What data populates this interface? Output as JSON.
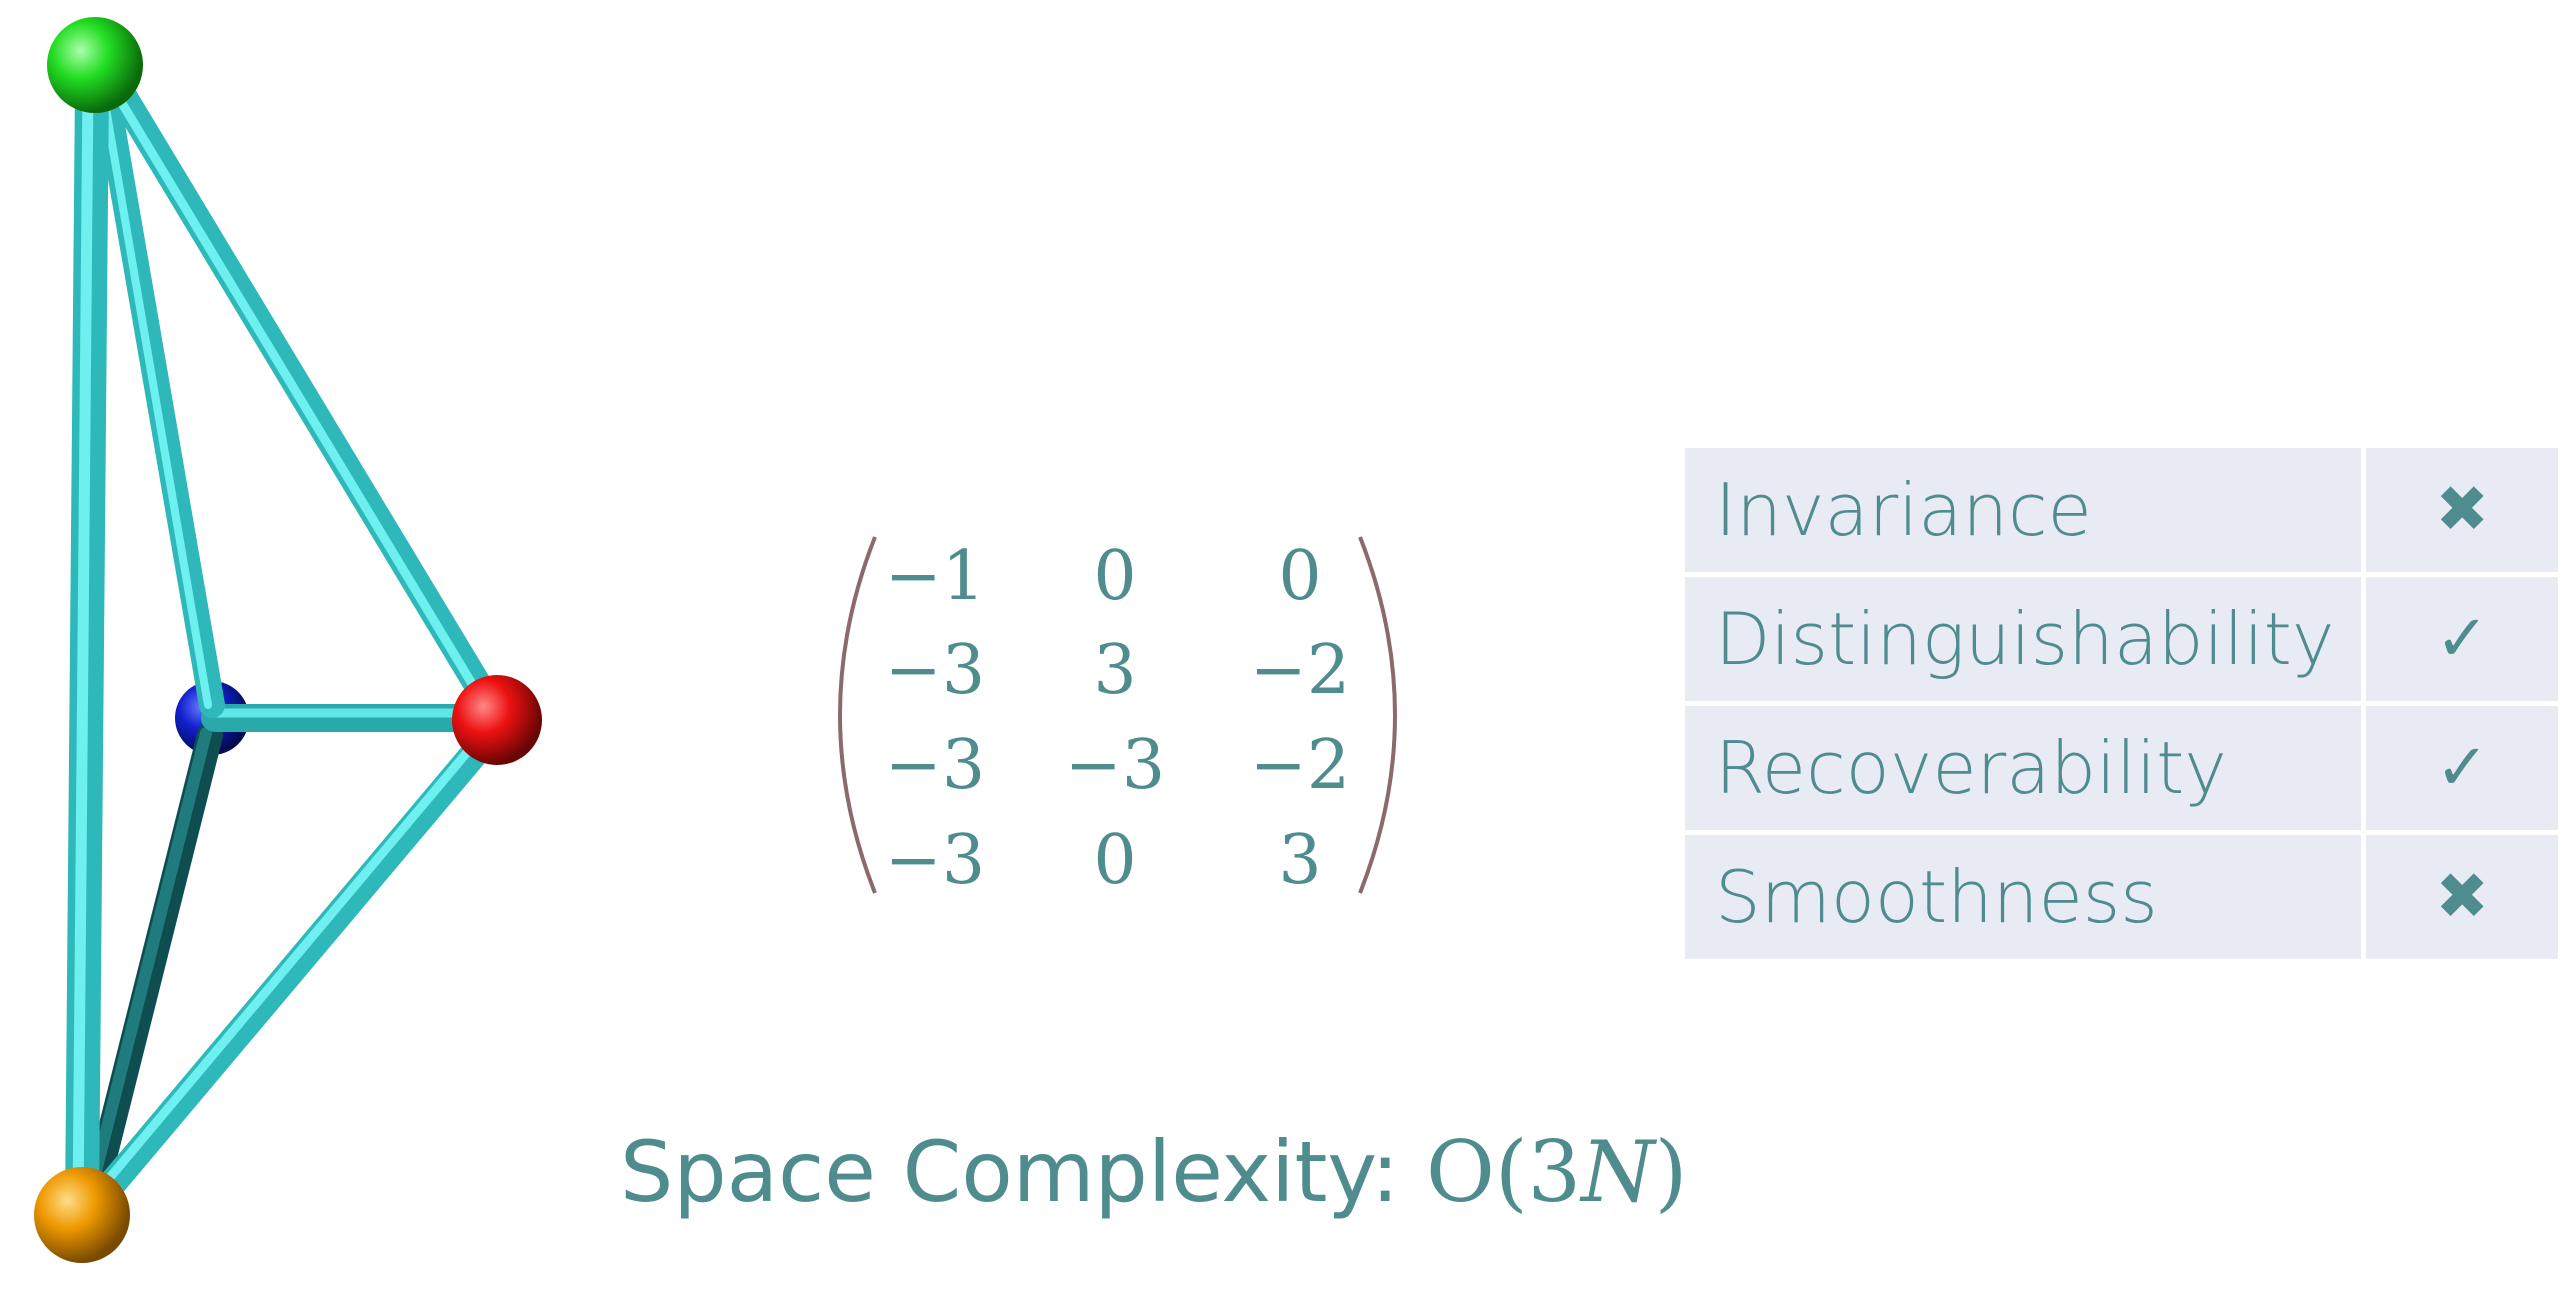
{
  "matrix": {
    "rows": [
      [
        "−1",
        "0",
        "0"
      ],
      [
        "−3",
        "3",
        "−2"
      ],
      [
        "−3",
        "−3",
        "−2"
      ],
      [
        "−3",
        "0",
        "3"
      ]
    ],
    "bracket_color": "#8a6a6a",
    "text_color": "#4e8c8e"
  },
  "complexity": {
    "label": "Space Complexity: ",
    "math_prefix": "O(3",
    "math_var": "N",
    "math_suffix": ")"
  },
  "properties": [
    {
      "name": "Invariance",
      "mark": "✖",
      "icon": "cross-icon"
    },
    {
      "name": "Distinguishability",
      "mark": "✓",
      "icon": "check-icon"
    },
    {
      "name": "Recoverability",
      "mark": "✓",
      "icon": "check-icon"
    },
    {
      "name": "Smoothness",
      "mark": "✖",
      "icon": "cross-icon"
    }
  ],
  "molecule": {
    "atom_colors": {
      "top": "#22dd22",
      "back": "#1020cc",
      "right": "#ee1111",
      "bottom": "#ee9900"
    },
    "bond_color": "#44dddd",
    "bond_shadow": "#1a6a6a"
  }
}
